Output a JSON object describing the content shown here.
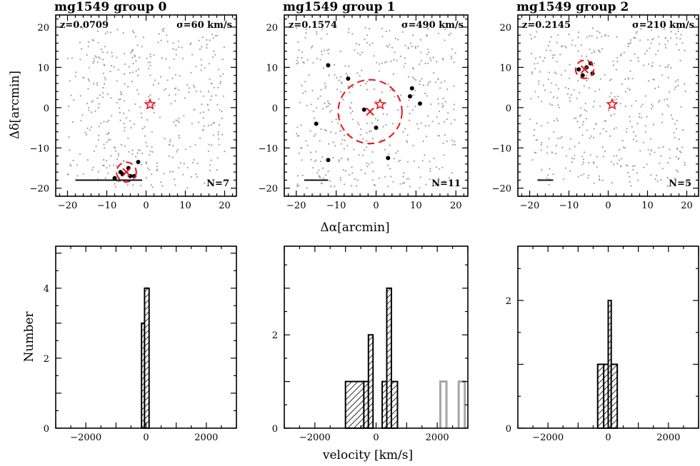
{
  "figure": {
    "xlabel_top": "Δα[arcmin]",
    "ylabel_top": "Δδ[arcmin]",
    "xlabel_bottom": "velocity [km/s]",
    "ylabel_bottom": "Number"
  },
  "chart_data": [
    {
      "type": "scatter",
      "title": "mg1549 group 0",
      "z_label": "z=0.0709",
      "sigma_label": "σ=60 km/s",
      "n_label": "N=7",
      "xlim": [
        -23,
        23
      ],
      "ylim": [
        -22,
        23
      ],
      "xticks": [
        -20,
        -10,
        0,
        10,
        20
      ],
      "yticks": [
        -20,
        -10,
        0,
        10,
        20
      ],
      "members": [
        [
          -8,
          -17.5
        ],
        [
          -6,
          -16.5
        ],
        [
          -4.5,
          -15
        ],
        [
          -4,
          -17
        ],
        [
          -3,
          -17
        ],
        [
          -2,
          -13.5
        ],
        [
          -6.5,
          -16
        ]
      ],
      "center": [
        -5,
        -16
      ],
      "radius": 2.5,
      "star": [
        1,
        0.8
      ],
      "scalebar": [
        -18,
        -1
      ]
    },
    {
      "type": "scatter",
      "title": "mg1549 group 1",
      "z_label": "z=0.1574",
      "sigma_label": "σ=490 km/s",
      "n_label": "N=11",
      "xlim": [
        -23,
        23
      ],
      "ylim": [
        -22,
        23
      ],
      "xticks": [
        -20,
        -10,
        0,
        10,
        20
      ],
      "yticks": [
        -20,
        -10,
        0,
        10,
        20
      ],
      "members": [
        [
          -12,
          10.5
        ],
        [
          -7,
          7.2
        ],
        [
          -15,
          -4
        ],
        [
          -12,
          -13
        ],
        [
          -3,
          -0.5
        ],
        [
          0,
          -5
        ],
        [
          3,
          -12.5
        ],
        [
          9,
          4.8
        ],
        [
          8.5,
          2.8
        ],
        [
          11,
          1
        ]
      ],
      "center": [
        -1.5,
        -1
      ],
      "radius": 8,
      "star": [
        1,
        0.8
      ],
      "scalebar": [
        -18,
        -12
      ]
    },
    {
      "type": "scatter",
      "title": "mg1549 group 2",
      "z_label": "z=0.2145",
      "sigma_label": "σ=210 km/s",
      "n_label": "N=5",
      "xlim": [
        -23,
        23
      ],
      "ylim": [
        -22,
        23
      ],
      "xticks": [
        -20,
        -10,
        0,
        10,
        20
      ],
      "yticks": [
        -20,
        -10,
        0,
        10,
        20
      ],
      "members": [
        [
          -7.5,
          9.5
        ],
        [
          -6.5,
          8
        ],
        [
          -4.5,
          11
        ],
        [
          -4,
          8.5
        ],
        [
          -5.5,
          10
        ]
      ],
      "center": [
        -6,
        9.5
      ],
      "radius": 2.3,
      "star": [
        1,
        0.8
      ],
      "scalebar": [
        -18,
        -14
      ]
    },
    {
      "type": "bar",
      "xlim": [
        -3000,
        3000
      ],
      "ylim": [
        0,
        5.2
      ],
      "xticks": [
        -2000,
        0,
        2000
      ],
      "yticks": [
        0,
        2,
        4
      ],
      "bins": [
        [
          -150,
          -50,
          3
        ],
        [
          -50,
          100,
          4
        ]
      ],
      "outlier_bins": []
    },
    {
      "type": "bar",
      "xlim": [
        -3000,
        3000
      ],
      "ylim": [
        0,
        3.9
      ],
      "xticks": [
        -2000,
        0,
        2000
      ],
      "yticks": [
        0,
        2
      ],
      "bins": [
        [
          -1000,
          -400,
          1
        ],
        [
          -400,
          -250,
          1
        ],
        [
          -250,
          -100,
          2
        ],
        [
          200,
          350,
          1
        ],
        [
          350,
          500,
          3
        ],
        [
          500,
          700,
          1
        ]
      ],
      "outlier_bins": [
        [
          2100,
          2300,
          1
        ],
        [
          2700,
          2900,
          1
        ]
      ]
    },
    {
      "type": "bar",
      "xlim": [
        -3000,
        3000
      ],
      "ylim": [
        0,
        2.85
      ],
      "xticks": [
        -2000,
        0,
        2000
      ],
      "yticks": [
        0,
        2
      ],
      "bins": [
        [
          -350,
          -150,
          1
        ],
        [
          -150,
          0,
          1
        ],
        [
          0,
          100,
          2
        ],
        [
          100,
          300,
          1
        ]
      ],
      "outlier_bins": []
    }
  ]
}
